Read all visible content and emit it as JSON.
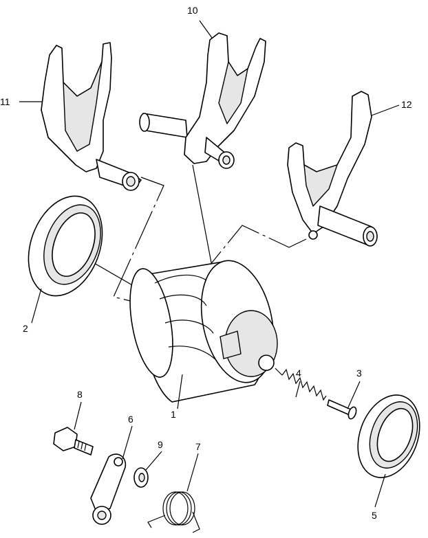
{
  "diagram": {
    "title": "Shift drum and shift forks exploded view",
    "callouts": [
      {
        "id": "1",
        "text": "1"
      },
      {
        "id": "2",
        "text": "2"
      },
      {
        "id": "3",
        "text": "3"
      },
      {
        "id": "4",
        "text": "4"
      },
      {
        "id": "5",
        "text": "5"
      },
      {
        "id": "6",
        "text": "6"
      },
      {
        "id": "7",
        "text": "7"
      },
      {
        "id": "8",
        "text": "8"
      },
      {
        "id": "9",
        "text": "9"
      },
      {
        "id": "10",
        "text": "10"
      },
      {
        "id": "11",
        "text": "11"
      },
      {
        "id": "12",
        "text": "12"
      }
    ]
  }
}
